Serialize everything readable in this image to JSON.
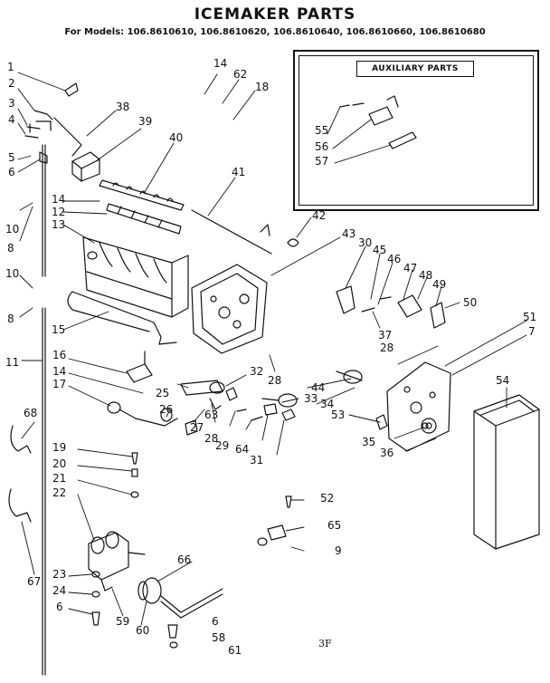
{
  "title": "ICEMAKER PARTS",
  "models": "For Models: 106.8610610, 106.8610620, 106.8610640, 106.8610660, 106.8610680",
  "aux_label": "AUXILIARY PARTS",
  "footer_mark": "3F",
  "callouts": [
    {
      "id": "c1",
      "label": "1"
    },
    {
      "id": "c2",
      "label": "2"
    },
    {
      "id": "c3",
      "label": "3"
    },
    {
      "id": "c4",
      "label": "4"
    },
    {
      "id": "c5",
      "label": "5"
    },
    {
      "id": "c6a",
      "label": "6"
    },
    {
      "id": "c38",
      "label": "38"
    },
    {
      "id": "c39",
      "label": "39"
    },
    {
      "id": "c40",
      "label": "40"
    },
    {
      "id": "c14a",
      "label": "14"
    },
    {
      "id": "c62",
      "label": "62"
    },
    {
      "id": "c18",
      "label": "18"
    },
    {
      "id": "c41",
      "label": "41"
    },
    {
      "id": "c14b",
      "label": "14"
    },
    {
      "id": "c12",
      "label": "12"
    },
    {
      "id": "c13",
      "label": "13"
    },
    {
      "id": "c10a",
      "label": "10"
    },
    {
      "id": "c8a",
      "label": "8"
    },
    {
      "id": "c42",
      "label": "42"
    },
    {
      "id": "c43",
      "label": "43"
    },
    {
      "id": "c30",
      "label": "30"
    },
    {
      "id": "c45",
      "label": "45"
    },
    {
      "id": "c46",
      "label": "46"
    },
    {
      "id": "c47",
      "label": "47"
    },
    {
      "id": "c48",
      "label": "48"
    },
    {
      "id": "c49",
      "label": "49"
    },
    {
      "id": "c50",
      "label": "50"
    },
    {
      "id": "c10b",
      "label": "10"
    },
    {
      "id": "c8b",
      "label": "8"
    },
    {
      "id": "c15",
      "label": "15"
    },
    {
      "id": "c11",
      "label": "11"
    },
    {
      "id": "c16",
      "label": "16"
    },
    {
      "id": "c14c",
      "label": "14"
    },
    {
      "id": "c17",
      "label": "17"
    },
    {
      "id": "c25",
      "label": "25"
    },
    {
      "id": "c32",
      "label": "32"
    },
    {
      "id": "c28a",
      "label": "28"
    },
    {
      "id": "c37",
      "label": "37"
    },
    {
      "id": "c28b",
      "label": "28"
    },
    {
      "id": "c51",
      "label": "51"
    },
    {
      "id": "c7",
      "label": "7"
    },
    {
      "id": "c33",
      "label": "33"
    },
    {
      "id": "c44",
      "label": "44"
    },
    {
      "id": "c34",
      "label": "34"
    },
    {
      "id": "c54",
      "label": "54"
    },
    {
      "id": "c63",
      "label": "63"
    },
    {
      "id": "c26",
      "label": "26"
    },
    {
      "id": "c27",
      "label": "27"
    },
    {
      "id": "c28c",
      "label": "28"
    },
    {
      "id": "c29",
      "label": "29"
    },
    {
      "id": "c64",
      "label": "64"
    },
    {
      "id": "c31",
      "label": "31"
    },
    {
      "id": "c53",
      "label": "53"
    },
    {
      "id": "c35",
      "label": "35"
    },
    {
      "id": "c36",
      "label": "36"
    },
    {
      "id": "c68",
      "label": "68"
    },
    {
      "id": "c19",
      "label": "19"
    },
    {
      "id": "c20",
      "label": "20"
    },
    {
      "id": "c21",
      "label": "21"
    },
    {
      "id": "c22",
      "label": "22"
    },
    {
      "id": "c52",
      "label": "52"
    },
    {
      "id": "c65",
      "label": "65"
    },
    {
      "id": "c9",
      "label": "9"
    },
    {
      "id": "c66",
      "label": "66"
    },
    {
      "id": "c67",
      "label": "67"
    },
    {
      "id": "c23",
      "label": "23"
    },
    {
      "id": "c24",
      "label": "24"
    },
    {
      "id": "c6b",
      "label": "6"
    },
    {
      "id": "c59",
      "label": "59"
    },
    {
      "id": "c60",
      "label": "60"
    },
    {
      "id": "c6c",
      "label": "6"
    },
    {
      "id": "c58",
      "label": "58"
    },
    {
      "id": "c61",
      "label": "61"
    },
    {
      "id": "c55",
      "label": "55"
    },
    {
      "id": "c56",
      "label": "56"
    },
    {
      "id": "c57",
      "label": "57"
    }
  ]
}
